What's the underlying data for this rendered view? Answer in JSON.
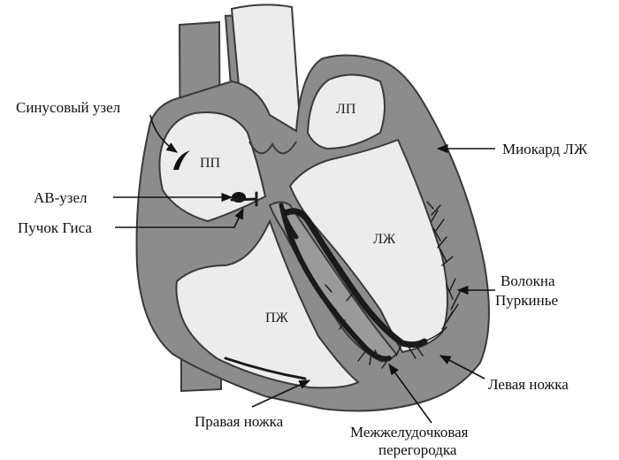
{
  "labels": {
    "sinus_node": "Синусовый узел",
    "av_node": "АВ-узел",
    "his_bundle": "Пучок Гиса",
    "lv_myocardium": "Миокард ЛЖ",
    "purkinje_line1": "Волокна",
    "purkinje_line2": "Пуркинье",
    "left_branch": "Левая ножка",
    "right_branch": "Правая ножка",
    "septum_line1": "Межжелудочковая",
    "septum_line2": "перегородка"
  },
  "chambers": {
    "right_atrium": "ПП",
    "left_atrium": "ЛП",
    "left_ventricle": "ЛЖ",
    "right_ventricle": "ПЖ"
  },
  "colors": {
    "wall": "#8c8c8c",
    "cavity": "#ececec",
    "conduction": "#1a1a1a",
    "outline": "#3a3a3a"
  }
}
